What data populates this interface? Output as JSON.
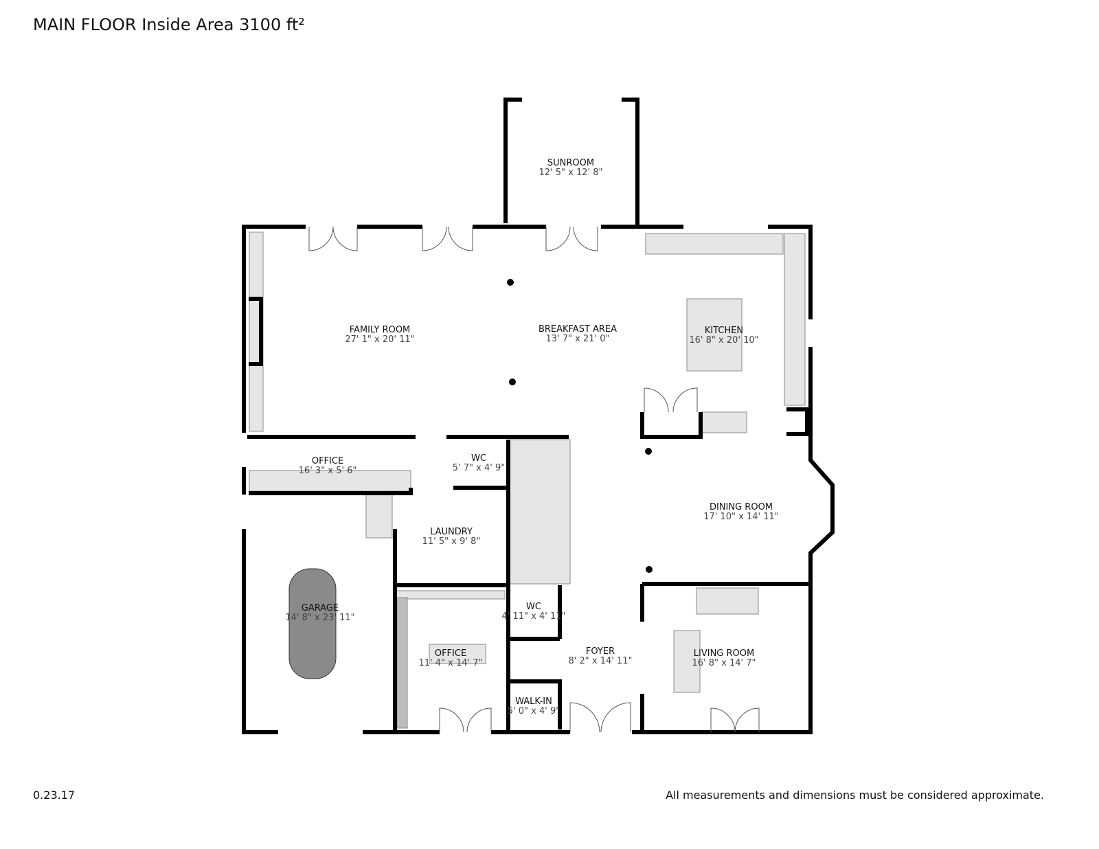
{
  "header": {
    "title": "MAIN FLOOR Inside Area 3100 ft²"
  },
  "footer": {
    "version": "0.23.17",
    "disclaimer": "All measurements and dimensions must be considered approximate."
  },
  "colors": {
    "wall": "#000000",
    "fixture": "#e6e6e6",
    "shade": "#bdbdbd",
    "car": "#8a8a8a"
  },
  "rooms": [
    {
      "name": "SUNROOM",
      "dims": "12' 5\" x 12' 8\""
    },
    {
      "name": "FAMILY ROOM",
      "dims": "27' 1\" x 20' 11\""
    },
    {
      "name": "BREAKFAST AREA",
      "dims": "13' 7\" x 21' 0\""
    },
    {
      "name": "KITCHEN",
      "dims": "16' 8\" x 20' 10\""
    },
    {
      "name": "OFFICE",
      "dims": "16' 3\" x 5' 6\""
    },
    {
      "name": "WC",
      "dims": "5' 7\" x 4' 9\""
    },
    {
      "name": "LAUNDRY",
      "dims": "11' 5\" x 9' 8\""
    },
    {
      "name": "DINING ROOM",
      "dims": "17' 10\" x 14' 11\""
    },
    {
      "name": "GARAGE",
      "dims": "14' 8\" x 23' 11\""
    },
    {
      "name": "WC",
      "dims": "4' 11\" x 4' 11\""
    },
    {
      "name": "OFFICE",
      "dims": "11' 4\" x 14' 7\""
    },
    {
      "name": "FOYER",
      "dims": "8' 2\" x 14' 11\""
    },
    {
      "name": "LIVING ROOM",
      "dims": "16' 8\" x 14' 7\""
    },
    {
      "name": "WALK-IN",
      "dims": "5' 0\" x 4' 9\""
    }
  ]
}
